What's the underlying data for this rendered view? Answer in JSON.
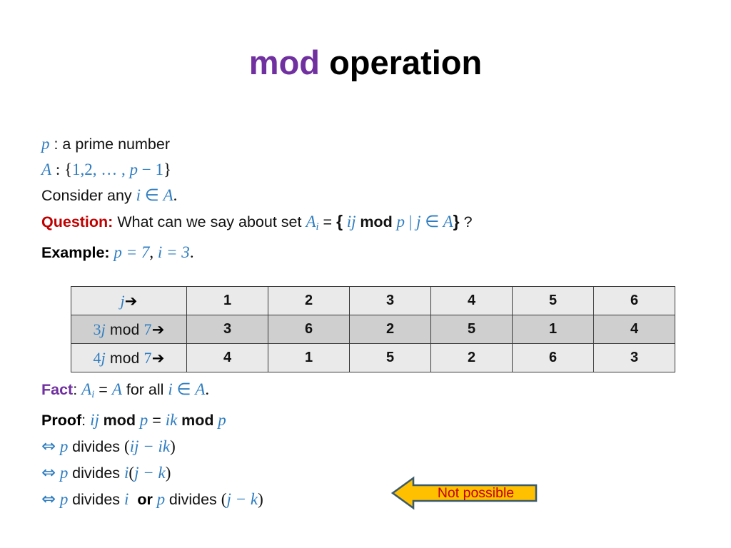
{
  "slide": {
    "title": {
      "accent": "mod",
      "rest": "operation"
    },
    "lines": {
      "l1": {
        "sym_p": "p",
        "text": " :  a prime number"
      },
      "l2": {
        "sym_A": "A",
        "colon": " : ",
        "brace_open": "{",
        "set": "1,2, … , ",
        "sym_p": "p",
        "minus_one": " − 1",
        "brace_close": "}"
      },
      "l3": {
        "lead": "Consider any ",
        "sym_i": "i",
        "in": " ∈ ",
        "sym_A": "A",
        "period": "."
      },
      "l4": {
        "keyword": "Question:",
        "text1": " What can we say about set ",
        "sym_A": "A",
        "sub_i": "i",
        "eq": " = ",
        "brace_open": "{",
        "sym_ij": " ij ",
        "mod": "mod",
        "sym_p": " p ",
        "pipe": "|",
        "sym_j": " j ",
        "in": "∈",
        "sym_A2": " A",
        "brace_close": "}",
        "question_mark": " ?"
      },
      "l5": {
        "keyword": "Example:",
        "sym_p": " p = 7",
        "comma": ", ",
        "sym_i": "i = 3",
        "period": "."
      },
      "l6": {
        "keyword": "Fact",
        "colon": ": ",
        "sym_A": "A",
        "sub_i": "i",
        "eq": " = ",
        "sym_A2": "A",
        "text": " for all ",
        "sym_i": "i",
        "in": " ∈ ",
        "sym_A3": "A",
        "period": "."
      },
      "l7": {
        "keyword": "Proof",
        "colon": ": ",
        "sym_ij": "ij ",
        "mod1": "mod",
        "sym_p1": " p",
        "eq": " = ",
        "sym_ik": "ik ",
        "mod2": "mod",
        "sym_p2": " p"
      },
      "l8": {
        "iff": "⇔",
        "sym_p": " p ",
        "text": "divides ",
        "paren_open": "(",
        "expr": "ij − ik",
        "paren_close": ")"
      },
      "l9": {
        "iff": "⇔",
        "sym_p": " p ",
        "text": "divides ",
        "sym_i": "i",
        "paren_open": "(",
        "expr": "j − k",
        "paren_close": ")"
      },
      "l10": {
        "iff": "⇔",
        "sym_p": " p ",
        "text": "divides ",
        "sym_i": "i",
        "or": "or",
        "sym_p2": " p ",
        "text2": "divides ",
        "paren_open": "(",
        "expr": "j − k",
        "paren_close": ")"
      }
    },
    "table": {
      "header_label_sym": "j",
      "header_label_arrow": "➔",
      "row1_label": {
        "coef": "3",
        "sym_j": "j",
        "mod": " mod ",
        "modulus": "7",
        "arrow": "➔"
      },
      "row2_label": {
        "coef": "4",
        "sym_j": "j",
        "mod": " mod ",
        "modulus": "7",
        "arrow": "➔"
      },
      "header_values": [
        "1",
        "2",
        "3",
        "4",
        "5",
        "6"
      ],
      "row1_values": [
        "3",
        "6",
        "2",
        "5",
        "1",
        "4"
      ],
      "row2_values": [
        "4",
        "1",
        "5",
        "2",
        "6",
        "3"
      ]
    },
    "callout": {
      "label": "Not possible"
    },
    "colors": {
      "accent_purple": "#7030A0",
      "math_blue": "#2E7DC0",
      "keyword_red": "#C00000",
      "callout_fill": "#FFC000",
      "callout_stroke": "#3B5A6B",
      "row_light": "#EAEAEA",
      "row_dark": "#CFCFCF"
    }
  }
}
